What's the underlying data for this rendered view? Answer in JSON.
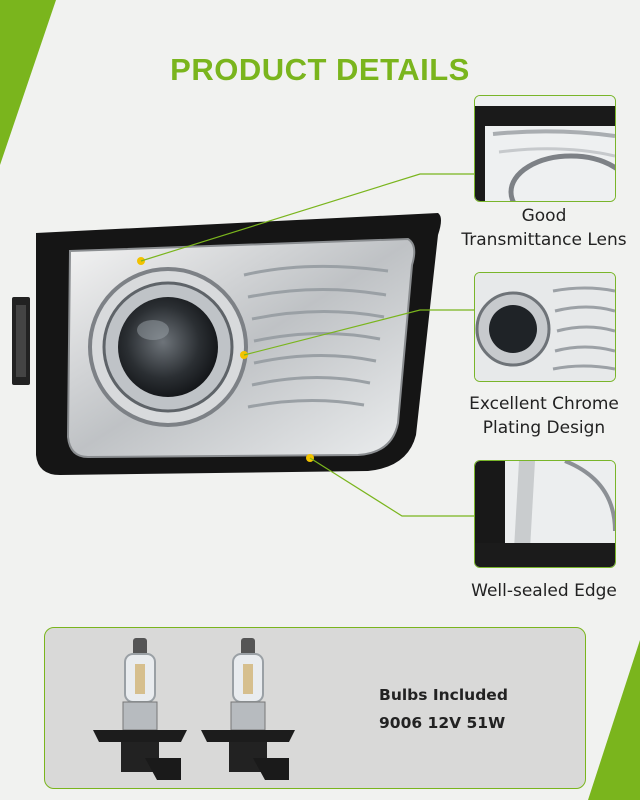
{
  "title": "PRODUCT DETAILS",
  "features": [
    {
      "line1": "Good",
      "line2": "Transmittance Lens"
    },
    {
      "line1": "Excellent Chrome",
      "line2": "Plating Design"
    },
    {
      "line1": "Well-sealed Edge"
    }
  ],
  "bulbs": {
    "line1": "Bulbs Included",
    "line2": "9006 12V 51W"
  },
  "colors": {
    "accent": "#7ab51d",
    "background": "#f1f2f0",
    "panel": "#d9d9d8"
  }
}
